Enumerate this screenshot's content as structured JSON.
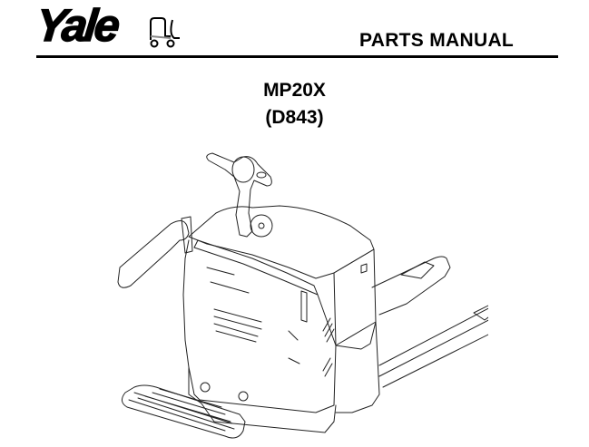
{
  "header": {
    "brand": "Yale",
    "brand_icon": "forklift-icon",
    "title": "PARTS MANUAL"
  },
  "main": {
    "model": "MP20X",
    "code": "(D843)",
    "illustration": "pallet-truck-line-drawing"
  }
}
